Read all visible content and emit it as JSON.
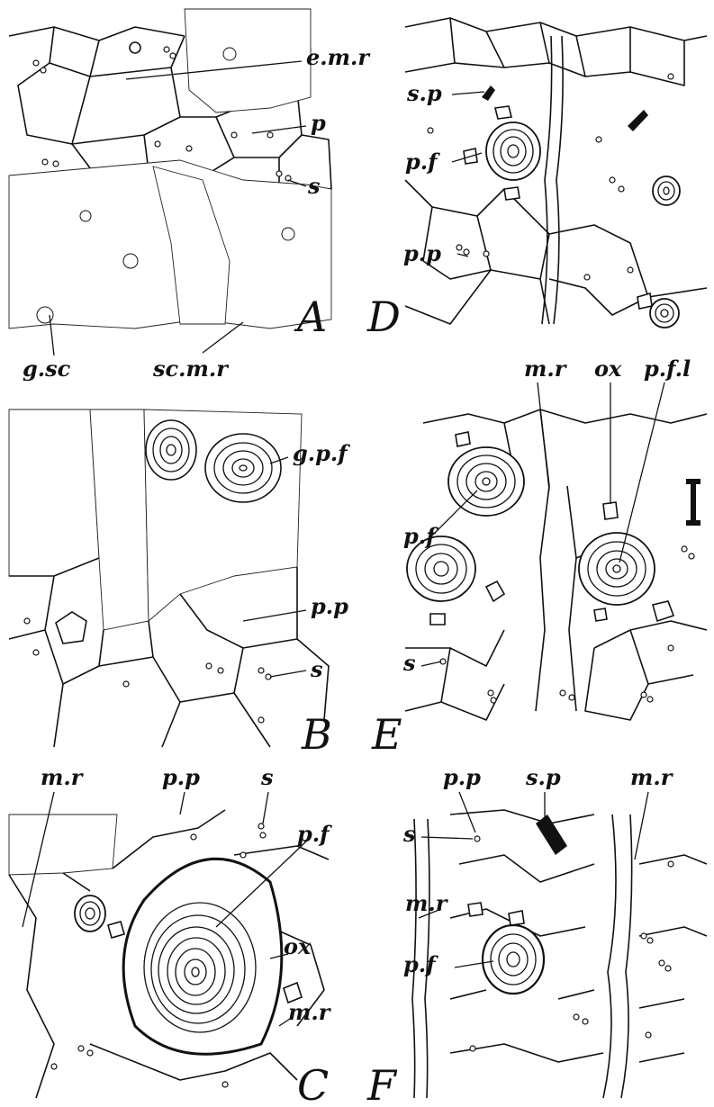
{
  "panels": [
    {
      "letter": "A",
      "labels": [
        "e.m.r",
        "p",
        "s",
        "g.sc",
        "sc.m.r"
      ]
    },
    {
      "letter": "B",
      "labels": [
        "g.p.f",
        "p.p",
        "s"
      ]
    },
    {
      "letter": "C",
      "labels": [
        "m.r",
        "p.p",
        "s",
        "p.f",
        "ox",
        "m.r"
      ]
    },
    {
      "letter": "D",
      "labels": [
        "s.p",
        "p.f",
        "p.p"
      ]
    },
    {
      "letter": "E",
      "labels": [
        "m.r",
        "ox",
        "p.f.l",
        "p.f",
        "s"
      ]
    },
    {
      "letter": "F",
      "labels": [
        "p.p",
        "s.p",
        "m.r",
        "s",
        "m.r",
        "p.f"
      ]
    }
  ]
}
